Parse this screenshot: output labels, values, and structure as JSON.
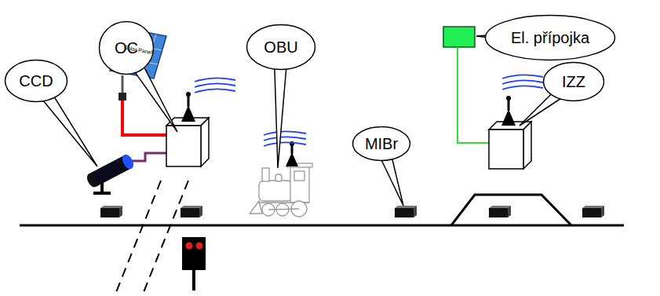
{
  "diagram": {
    "nodes": [
      {
        "text": [
          "CCD"
        ]
      },
      {
        "text": [
          "OC"
        ]
      },
      {
        "text": [
          "OBU"
        ]
      },
      {
        "text": [
          "MIBr"
        ]
      },
      {
        "text": [
          "El. přípojka"
        ]
      },
      {
        "text": [
          "IZZ"
        ]
      }
    ],
    "labels": [
      "Solar Panel"
    ]
  }
}
